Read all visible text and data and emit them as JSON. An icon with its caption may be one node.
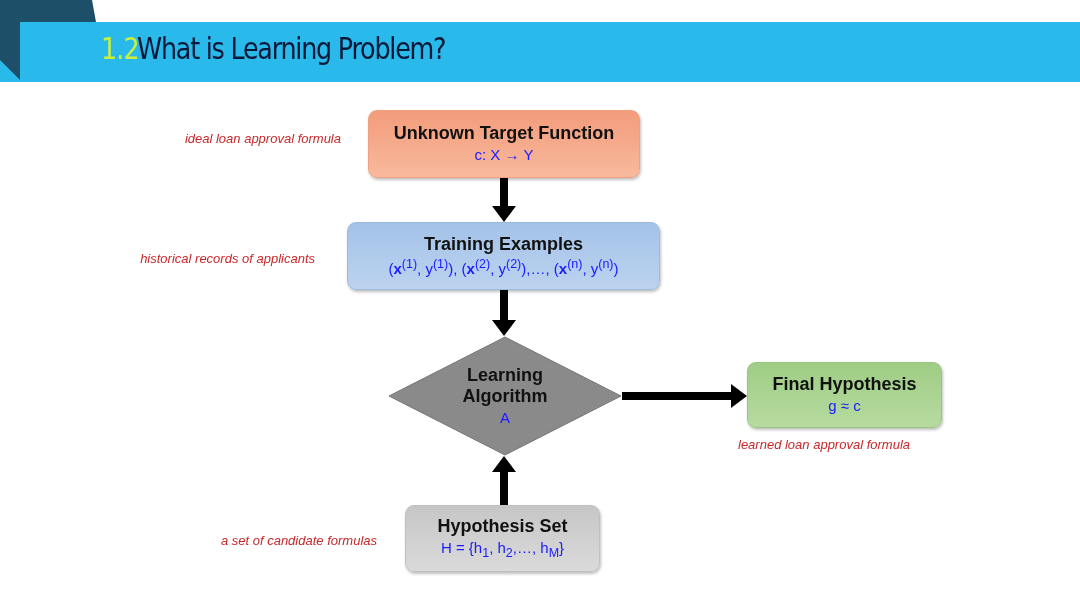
{
  "diagram": {
    "title": "What is Learning Problem?",
    "nodes": [
      {
        "text": [
          "Unknown Target Function",
          "c: X → Y"
        ],
        "beside": [
          "ideal loan approval formula"
        ]
      },
      {
        "text": [
          "Training Examples",
          "(**x**$^{(1)}$, y$^{(1)}$), (**x**$^{(2)}$, y$^{(2)}$),…, (**x**$^{(n)}$, y$^{(n)}$)"
        ],
        "beside": [
          "historical records of applicants"
        ]
      },
      {
        "text": [
          "Learning Algorithm",
          "A"
        ]
      },
      {
        "text": [
          "Final Hypothesis",
          "g ≈ c"
        ],
        "beside": [
          "learned loan approval formula"
        ]
      },
      {
        "text": [
          "Hypothesis Set",
          "H = {h$_{1}$, h$_{2}$,…, h$_{M}$}"
        ],
        "beside": [
          "a set of candidate formulas"
        ]
      }
    ],
    "edges": [
      {
        "from": 0,
        "to": 1,
        "arrow": "to"
      },
      {
        "from": 1,
        "to": 2,
        "arrow": "to"
      },
      {
        "from": 2,
        "to": 3,
        "arrow": "to"
      },
      {
        "from": 4,
        "to": 2,
        "arrow": "to"
      }
    ],
    "labels": [
      "1.2"
    ]
  }
}
